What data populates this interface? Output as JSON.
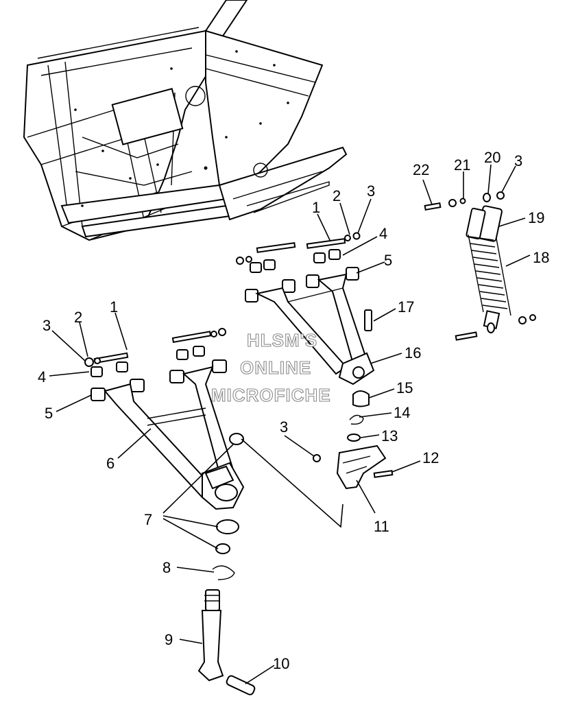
{
  "callouts": [
    "1",
    "2",
    "3",
    "4",
    "5",
    "6",
    "7",
    "8",
    "9",
    "10",
    "11",
    "12",
    "13",
    "14",
    "15",
    "16",
    "17",
    "18",
    "19",
    "20",
    "21",
    "22"
  ],
  "labels": {
    "l1a": "1",
    "l2a": "2",
    "l3a": "3",
    "l4a": "4",
    "l5a": "5",
    "l1b": "1",
    "l2b": "2",
    "l3b": "3",
    "l4b": "4",
    "l5b": "5",
    "l6": "6",
    "l7": "7",
    "l8": "8",
    "l9": "9",
    "l10": "10",
    "l3c": "3",
    "l11": "11",
    "l12": "12",
    "l13": "13",
    "l14": "14",
    "l15": "15",
    "l16": "16",
    "l17": "17",
    "l18": "18",
    "l19": "19",
    "l22": "22",
    "l21": "21",
    "l20": "20",
    "l3d": "3"
  },
  "watermark": {
    "line1": "HLSM'S",
    "line2": "ONLINE",
    "line3": "MICROFICHE"
  }
}
